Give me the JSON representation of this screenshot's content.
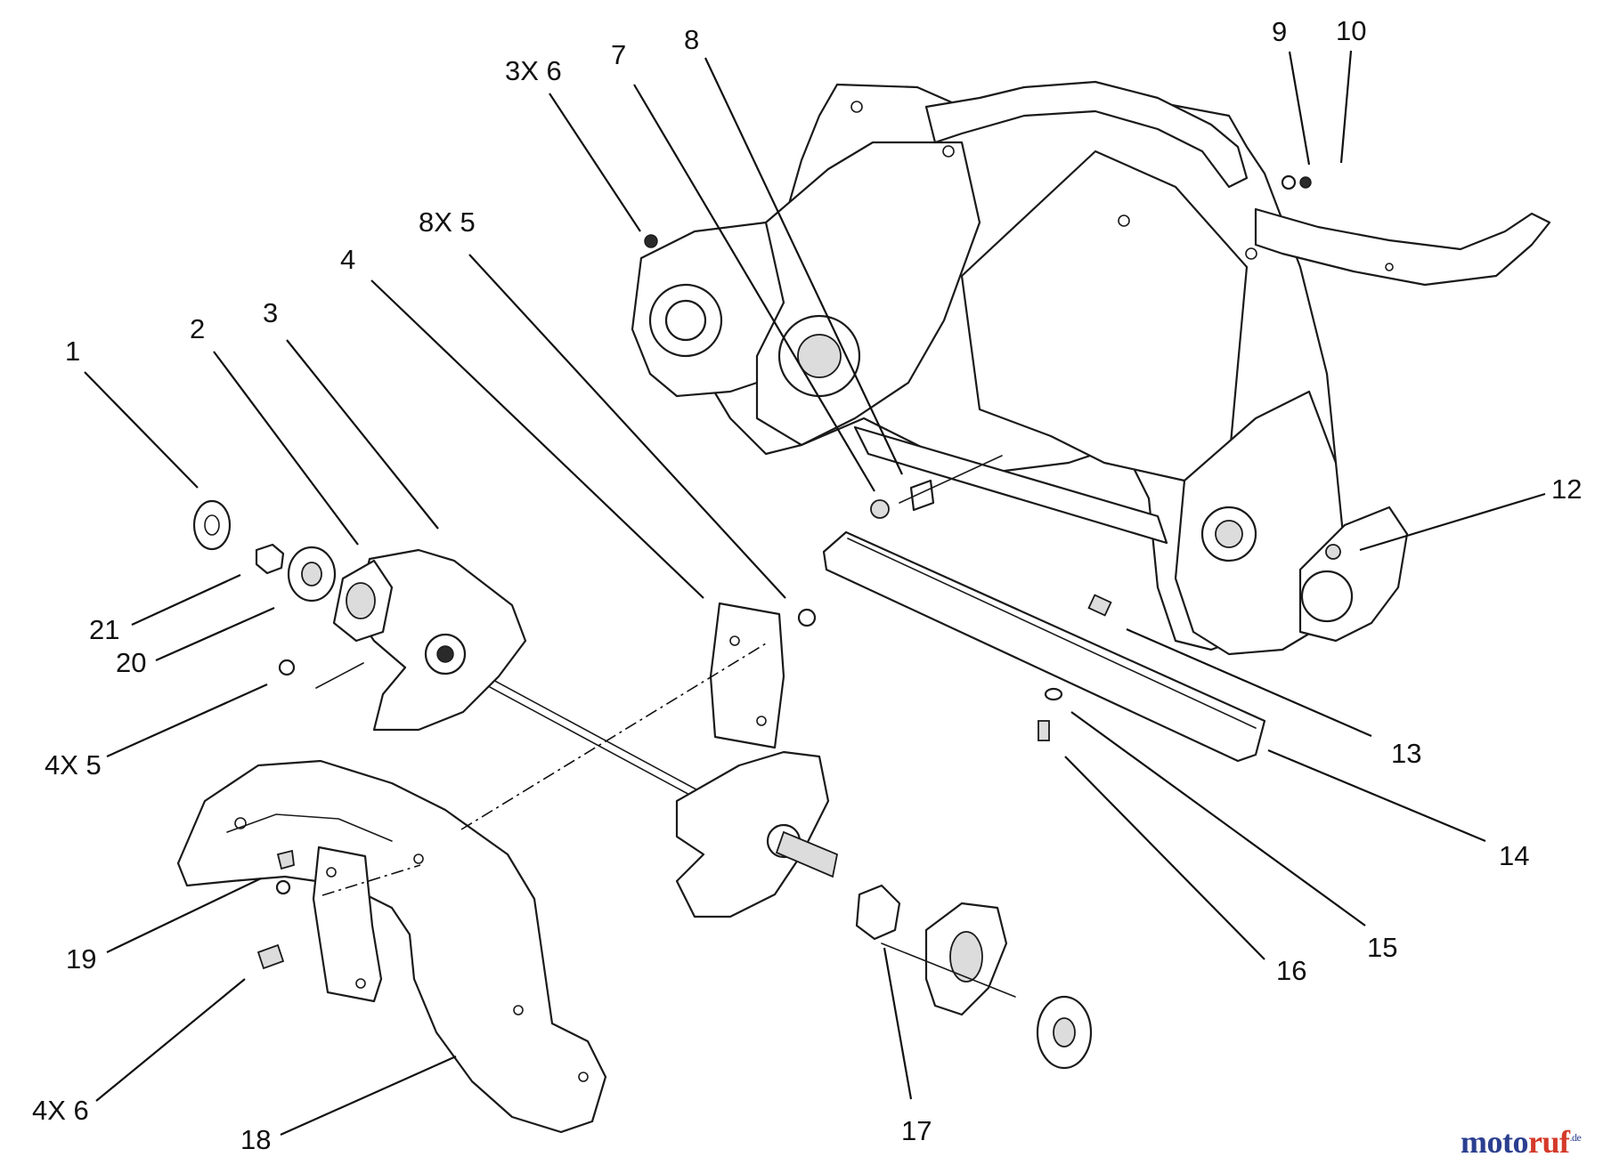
{
  "callouts": [
    {
      "id": "c1",
      "label": "1"
    },
    {
      "id": "c2",
      "label": "2"
    },
    {
      "id": "c3",
      "label": "3"
    },
    {
      "id": "c4",
      "label": "4"
    },
    {
      "id": "c8x5",
      "label": "8X 5"
    },
    {
      "id": "c3x6",
      "label": "3X 6"
    },
    {
      "id": "c7",
      "label": "7"
    },
    {
      "id": "c8",
      "label": "8"
    },
    {
      "id": "c9",
      "label": "9"
    },
    {
      "id": "c10",
      "label": "10"
    },
    {
      "id": "c12",
      "label": "12"
    },
    {
      "id": "c13",
      "label": "13"
    },
    {
      "id": "c14",
      "label": "14"
    },
    {
      "id": "c15",
      "label": "15"
    },
    {
      "id": "c16",
      "label": "16"
    },
    {
      "id": "c17",
      "label": "17"
    },
    {
      "id": "c18",
      "label": "18"
    },
    {
      "id": "c19",
      "label": "19"
    },
    {
      "id": "c20",
      "label": "20"
    },
    {
      "id": "c21",
      "label": "21"
    },
    {
      "id": "c4x5",
      "label": "4X 5"
    },
    {
      "id": "c4x6",
      "label": "4X 6"
    }
  ],
  "watermark": {
    "main": "moto",
    "accent": "ruf",
    "tld": ".de"
  }
}
